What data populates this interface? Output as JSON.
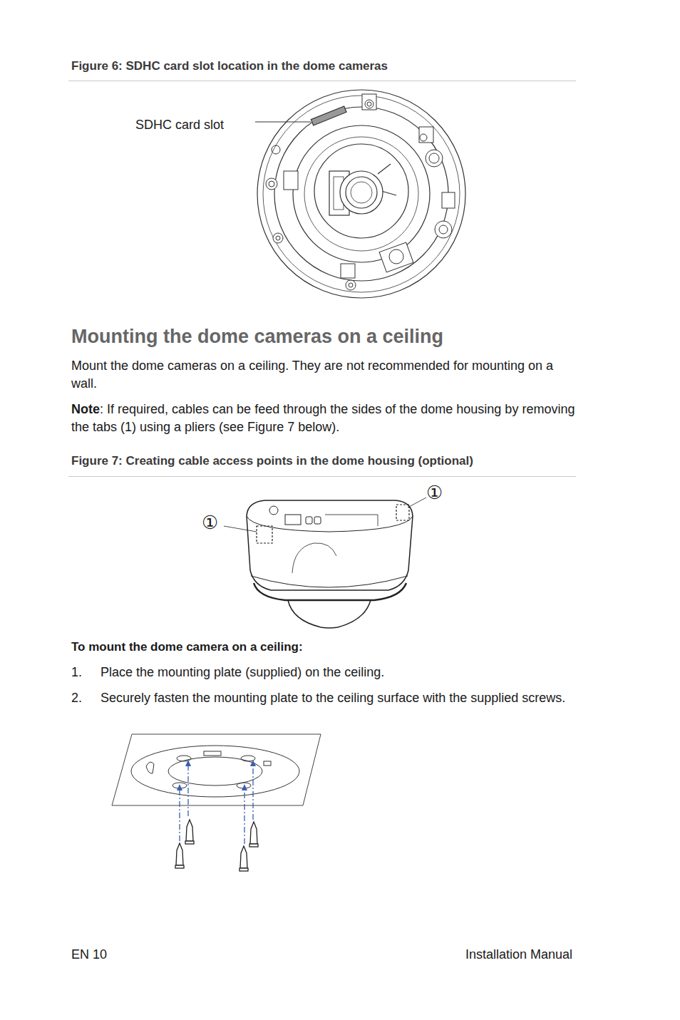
{
  "diagram": {
    "title": "Mounting the dome cameras on a ceiling",
    "labels": [
      "Figure 6: SDHC card slot location in the dome cameras",
      "SDHC card slot",
      "Mount the dome cameras on a ceiling. They are not recommended for mounting on a wall.",
      "Note",
      ": If required, cables can be feed through the sides of the dome housing by removing the tabs (1) using a pliers (see Figure 7 below).",
      "Figure 7: Creating cable access points in the dome housing (optional)",
      "①",
      "①",
      "To mount the dome camera on a ceiling:",
      "1.",
      "Place the mounting plate (supplied) on the ceiling.",
      "2.",
      "Securely fasten the mounting plate to the ceiling surface with the supplied screws.",
      "EN 10",
      "Installation Manual"
    ]
  }
}
